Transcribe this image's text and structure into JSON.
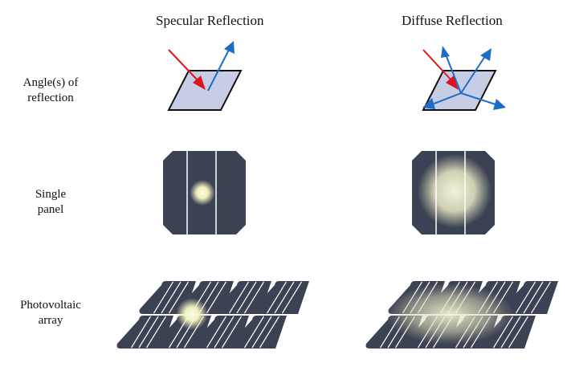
{
  "columns": {
    "specular": "Specular Reflection",
    "diffuse": "Diffuse Reflection"
  },
  "rows": {
    "angles": {
      "line1": "Angle(s) of",
      "line2": "reflection"
    },
    "single": {
      "line1": "Single",
      "line2": "panel"
    },
    "array": {
      "line1": "Photovoltaic",
      "line2": "array"
    }
  },
  "colors": {
    "panel": "#3b4254",
    "panel_light": "#c8cde6",
    "incident_ray": "#e0141e",
    "reflected_ray": "#1d6cc6",
    "glare": "#fdfcd6"
  }
}
